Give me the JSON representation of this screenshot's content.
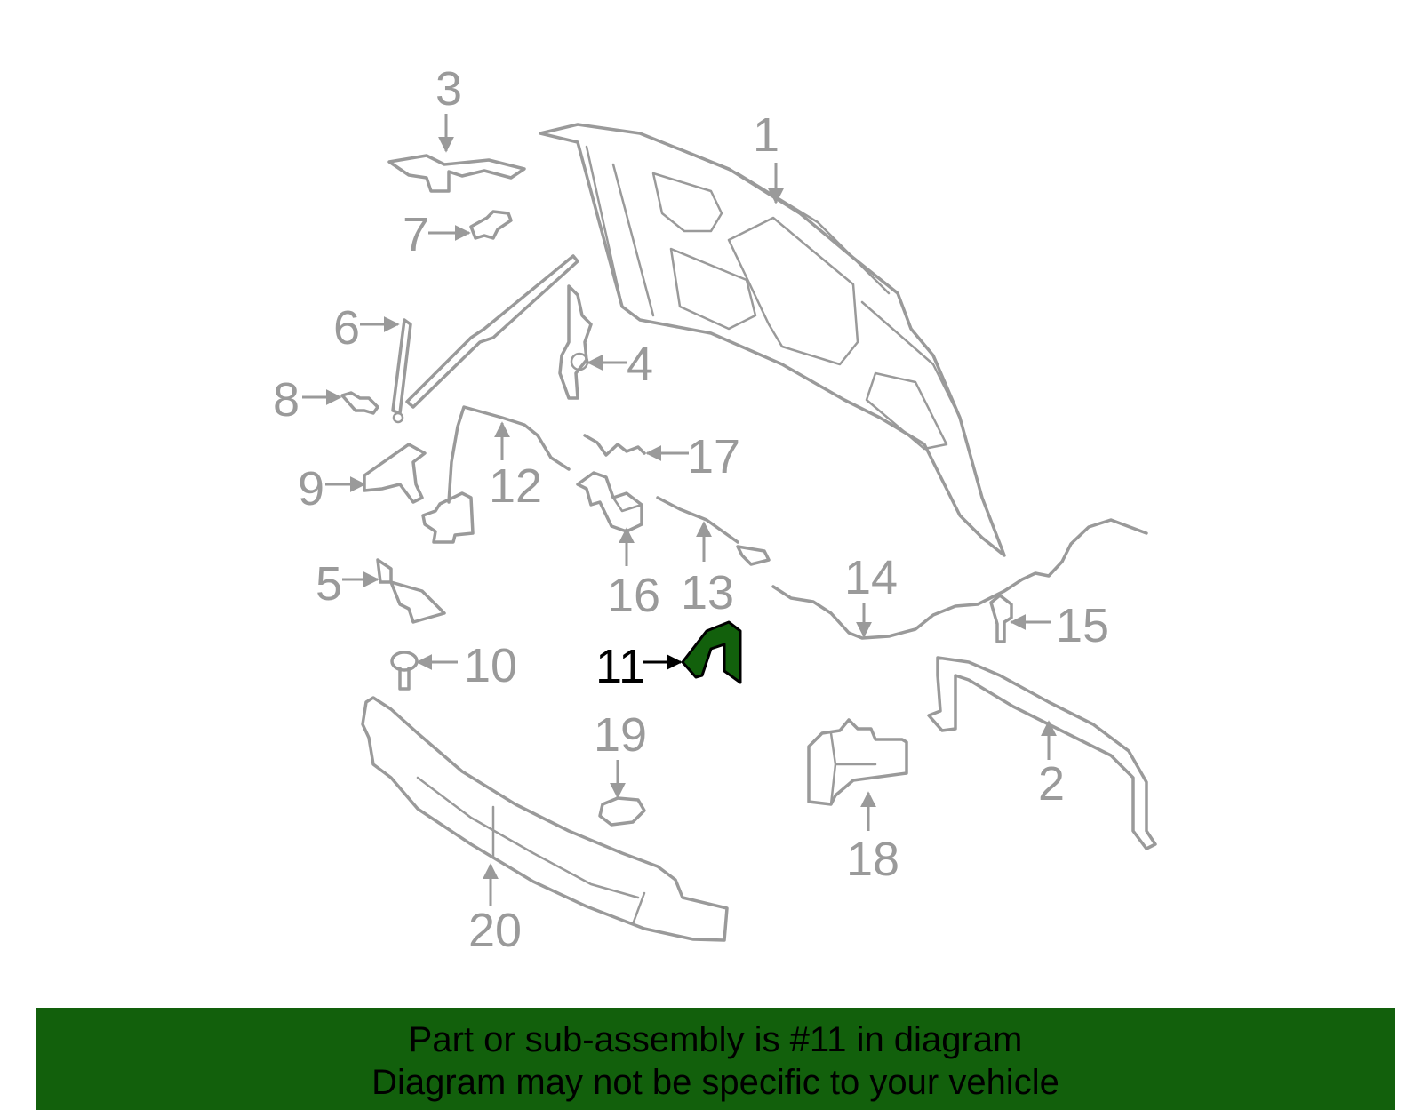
{
  "highlight_color": "#12600c",
  "banner_color": "#12600c",
  "part_stroke_color": "#9a9a9a",
  "highlighted_part": "11",
  "labels": {
    "p1": "1",
    "p2": "2",
    "p3": "3",
    "p4": "4",
    "p5": "5",
    "p6": "6",
    "p7": "7",
    "p8": "8",
    "p9": "9",
    "p10": "10",
    "p11": "11",
    "p12": "12",
    "p13": "13",
    "p14": "14",
    "p15": "15",
    "p16": "16",
    "p17": "17",
    "p18": "18",
    "p19": "19",
    "p20": "20"
  },
  "banner": {
    "line1": "Part or sub-assembly is #11 in diagram",
    "line2": "Diagram may not be specific to your vehicle"
  }
}
